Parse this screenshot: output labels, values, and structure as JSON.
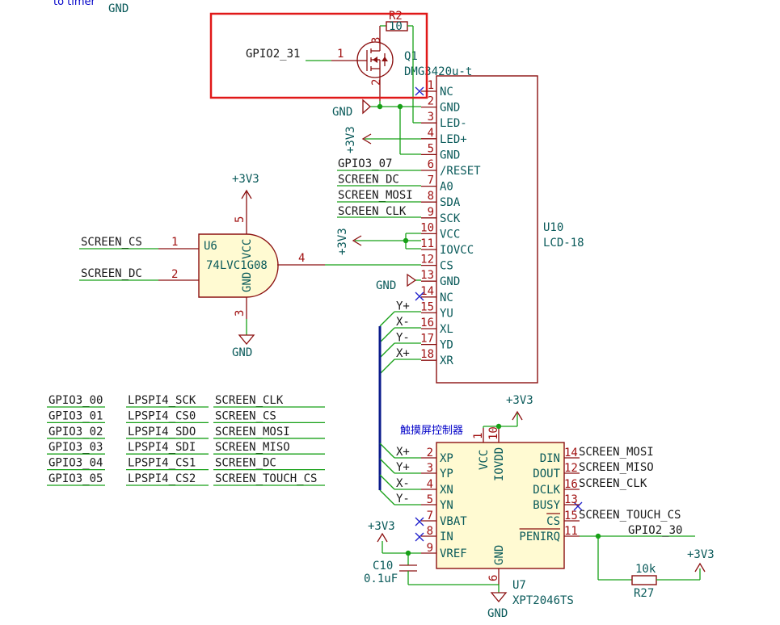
{
  "top_labels": {
    "partial": "to timer",
    "gnd": "GND"
  },
  "q1": {
    "ref": "Q1",
    "value": "DMG3420u-t",
    "gate_net": "GPIO2_31",
    "pins": [
      "1",
      "2",
      "3"
    ]
  },
  "r2": {
    "ref": "R2",
    "value": "10"
  },
  "lcd": {
    "ref": "U10",
    "value": "LCD-18",
    "pins": [
      {
        "num": "1",
        "name": "NC"
      },
      {
        "num": "2",
        "name": "GND"
      },
      {
        "num": "3",
        "name": "LED-"
      },
      {
        "num": "4",
        "name": "LED+"
      },
      {
        "num": "5",
        "name": "GND"
      },
      {
        "num": "6",
        "name": "/RESET",
        "net": "GPIO3_07"
      },
      {
        "num": "7",
        "name": "A0",
        "net": "SCREEN_DC"
      },
      {
        "num": "8",
        "name": "SDA",
        "net": "SCREEN_MOSI"
      },
      {
        "num": "9",
        "name": "SCK",
        "net": "SCREEN_CLK"
      },
      {
        "num": "10",
        "name": "VCC"
      },
      {
        "num": "11",
        "name": "IOVCC"
      },
      {
        "num": "12",
        "name": "CS"
      },
      {
        "num": "13",
        "name": "GND"
      },
      {
        "num": "14",
        "name": "NC"
      },
      {
        "num": "15",
        "name": "YU",
        "net": "Y+"
      },
      {
        "num": "16",
        "name": "XL",
        "net": "X-"
      },
      {
        "num": "17",
        "name": "YD",
        "net": "Y-"
      },
      {
        "num": "18",
        "name": "XR",
        "net": "X+"
      }
    ]
  },
  "u6": {
    "ref": "U6",
    "value": "74LVC1G08",
    "pins": [
      {
        "num": "1",
        "net": "SCREEN_CS"
      },
      {
        "num": "2",
        "net": "SCREEN_DC"
      },
      {
        "num": "3",
        "name": "GND"
      },
      {
        "num": "4"
      },
      {
        "num": "5",
        "name": "VCC"
      }
    ]
  },
  "power": {
    "v33": "+3V3",
    "gnd": "GND"
  },
  "mapping_table": [
    [
      "GPIO3_00",
      "LPSPI4_SCK",
      "SCREEN_CLK"
    ],
    [
      "GPIO3_01",
      "LPSPI4_CS0",
      "SCREEN_CS"
    ],
    [
      "GPIO3_02",
      "LPSPI4_SDO",
      "SCREEN_MOSI"
    ],
    [
      "GPIO3_03",
      "LPSPI4_SDI",
      "SCREEN_MISO"
    ],
    [
      "GPIO3_04",
      "LPSPI4_CS1",
      "SCREEN_DC"
    ],
    [
      "GPIO3_05",
      "LPSPI4_CS2",
      "SCREEN_TOUCH_CS"
    ]
  ],
  "u7": {
    "ref": "U7",
    "value": "XPT2046TS",
    "note": "触摸屏控制器",
    "left_pins": [
      {
        "num": "2",
        "name": "XP",
        "net": "X+"
      },
      {
        "num": "3",
        "name": "YP",
        "net": "Y+"
      },
      {
        "num": "4",
        "name": "XN",
        "net": "X-"
      },
      {
        "num": "5",
        "name": "YN",
        "net": "Y-"
      },
      {
        "num": "7",
        "name": "VBAT"
      },
      {
        "num": "8",
        "name": "IN"
      },
      {
        "num": "9",
        "name": "VREF"
      }
    ],
    "top_pins": [
      {
        "num": "1",
        "name": "VCC"
      },
      {
        "num": "10",
        "name": "IOVDD"
      }
    ],
    "bottom_pin": {
      "num": "6",
      "name": "GND"
    },
    "right_pins": [
      {
        "num": "14",
        "name": "DIN",
        "net": "SCREEN_MOSI"
      },
      {
        "num": "12",
        "name": "DOUT",
        "net": "SCREEN_MISO"
      },
      {
        "num": "16",
        "name": "DCLK",
        "net": "SCREEN_CLK"
      },
      {
        "num": "13",
        "name": "BUSY"
      },
      {
        "num": "15",
        "name": "CS",
        "net": "SCREEN_TOUCH_CS"
      },
      {
        "num": "11",
        "name": "PENIRQ",
        "net": "GPIO2_30"
      }
    ]
  },
  "c10": {
    "ref": "C10",
    "value": "0.1uF"
  },
  "r27": {
    "ref": "R27",
    "value": "10k"
  }
}
